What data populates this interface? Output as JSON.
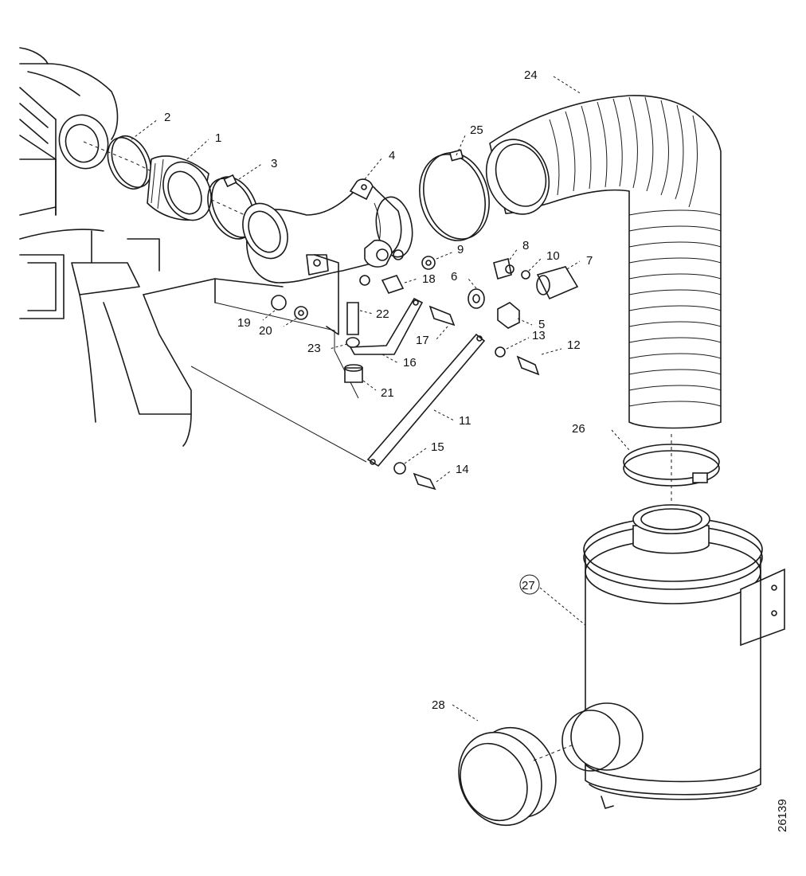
{
  "drawing_number": "26139",
  "callouts": [
    {
      "id": "c1",
      "label": "1"
    },
    {
      "id": "c2",
      "label": "2"
    },
    {
      "id": "c3",
      "label": "3"
    },
    {
      "id": "c4",
      "label": "4"
    },
    {
      "id": "c5",
      "label": "5"
    },
    {
      "id": "c6",
      "label": "6"
    },
    {
      "id": "c7",
      "label": "7"
    },
    {
      "id": "c8",
      "label": "8"
    },
    {
      "id": "c9",
      "label": "9"
    },
    {
      "id": "c10",
      "label": "10"
    },
    {
      "id": "c11",
      "label": "11"
    },
    {
      "id": "c12",
      "label": "12"
    },
    {
      "id": "c13",
      "label": "13"
    },
    {
      "id": "c14",
      "label": "14"
    },
    {
      "id": "c15",
      "label": "15"
    },
    {
      "id": "c16",
      "label": "16"
    },
    {
      "id": "c17",
      "label": "17"
    },
    {
      "id": "c18",
      "label": "18"
    },
    {
      "id": "c19",
      "label": "19"
    },
    {
      "id": "c20",
      "label": "20"
    },
    {
      "id": "c21",
      "label": "21"
    },
    {
      "id": "c22",
      "label": "22"
    },
    {
      "id": "c23",
      "label": "23"
    },
    {
      "id": "c24",
      "label": "24"
    },
    {
      "id": "c25",
      "label": "25"
    },
    {
      "id": "c26",
      "label": "26"
    },
    {
      "id": "c27",
      "label": "27"
    },
    {
      "id": "c28",
      "label": "28"
    }
  ]
}
